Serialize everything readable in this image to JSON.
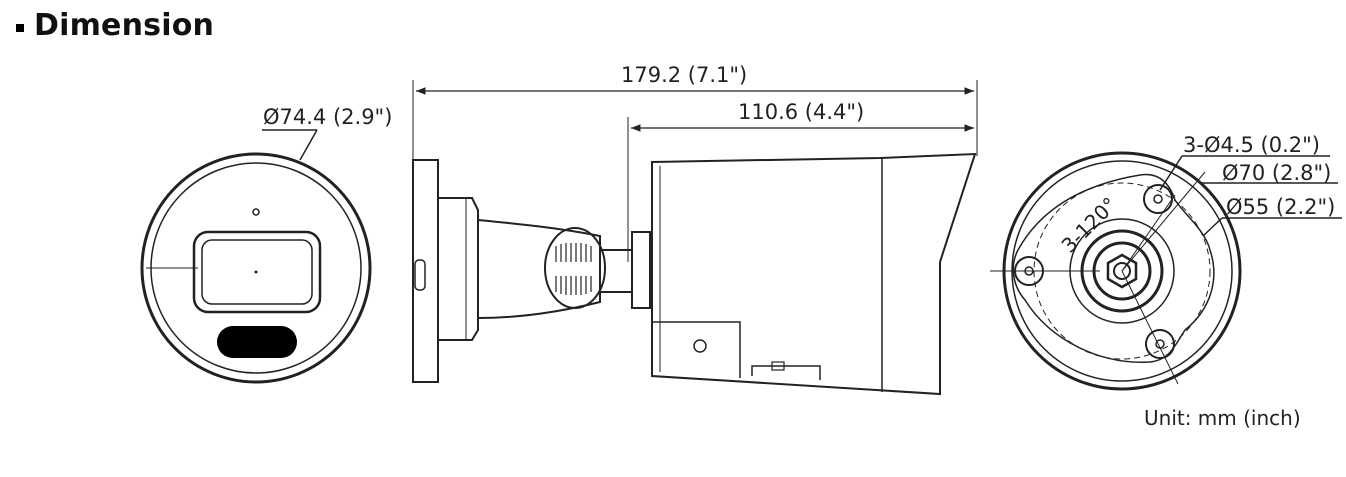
{
  "heading": {
    "title": "Dimension"
  },
  "dimensions": {
    "overall_length": "179.2 (7.1\")",
    "body_length": "110.6 (4.4\")",
    "front_diameter": "Ø74.4 (2.9\")",
    "hole_spec": "3-Ø4.5 (0.2\")",
    "base_diameter": "Ø70 (2.8\")",
    "bolt_circle": "Ø55 (2.2\")",
    "hole_angle": "3-120°"
  },
  "unit_note": "Unit: mm (inch)"
}
